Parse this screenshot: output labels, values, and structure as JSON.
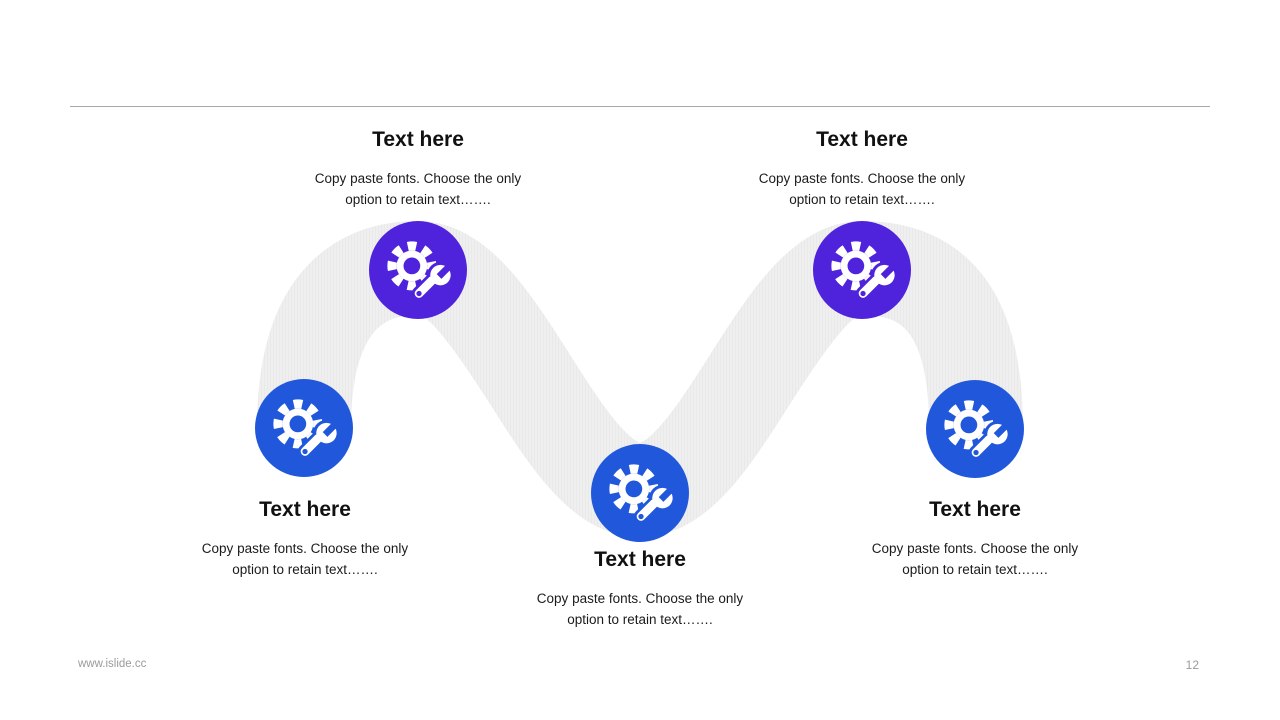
{
  "steps": [
    {
      "title": "Text here",
      "description": "Copy paste fonts. Choose the only option to retain text…….",
      "description_lines": [
        "Copy paste fonts. Choose the only",
        "option to retain text……."
      ],
      "icon": "gear-wrench-icon",
      "color": "blue",
      "position": "bottom-left"
    },
    {
      "title": "Text here",
      "description": "Copy paste fonts. Choose the only option to retain text…….",
      "description_lines": [
        "Copy paste fonts. Choose the only",
        "option to retain text……."
      ],
      "icon": "gear-wrench-icon",
      "color": "purple",
      "position": "top-left"
    },
    {
      "title": "Text here",
      "description": "Copy paste fonts. Choose the only option to retain text…….",
      "description_lines": [
        "Copy paste fonts. Choose the only",
        "option to retain text……."
      ],
      "icon": "gear-wrench-icon",
      "color": "blue",
      "position": "bottom-middle"
    },
    {
      "title": "Text here",
      "description": "Copy paste fonts. Choose the only option to retain text…….",
      "description_lines": [
        "Copy paste fonts. Choose the only",
        "option to retain text……."
      ],
      "icon": "gear-wrench-icon",
      "color": "purple",
      "position": "top-right"
    },
    {
      "title": "Text here",
      "description": "Copy paste fonts. Choose the only option to retain text…….",
      "description_lines": [
        "Copy paste fonts. Choose the only",
        "option to retain text……."
      ],
      "icon": "gear-wrench-icon",
      "color": "blue",
      "position": "bottom-right"
    }
  ],
  "footer": {
    "website": "www.islide.cc",
    "page_number": "12"
  },
  "colors": {
    "purple": "#4F23DC",
    "blue": "#2158DB",
    "ribbon": "#efefef",
    "ribbon_stripe": "#e9e9e9",
    "divider": "#a8a8a8",
    "footer_text": "#9b9b9b"
  }
}
